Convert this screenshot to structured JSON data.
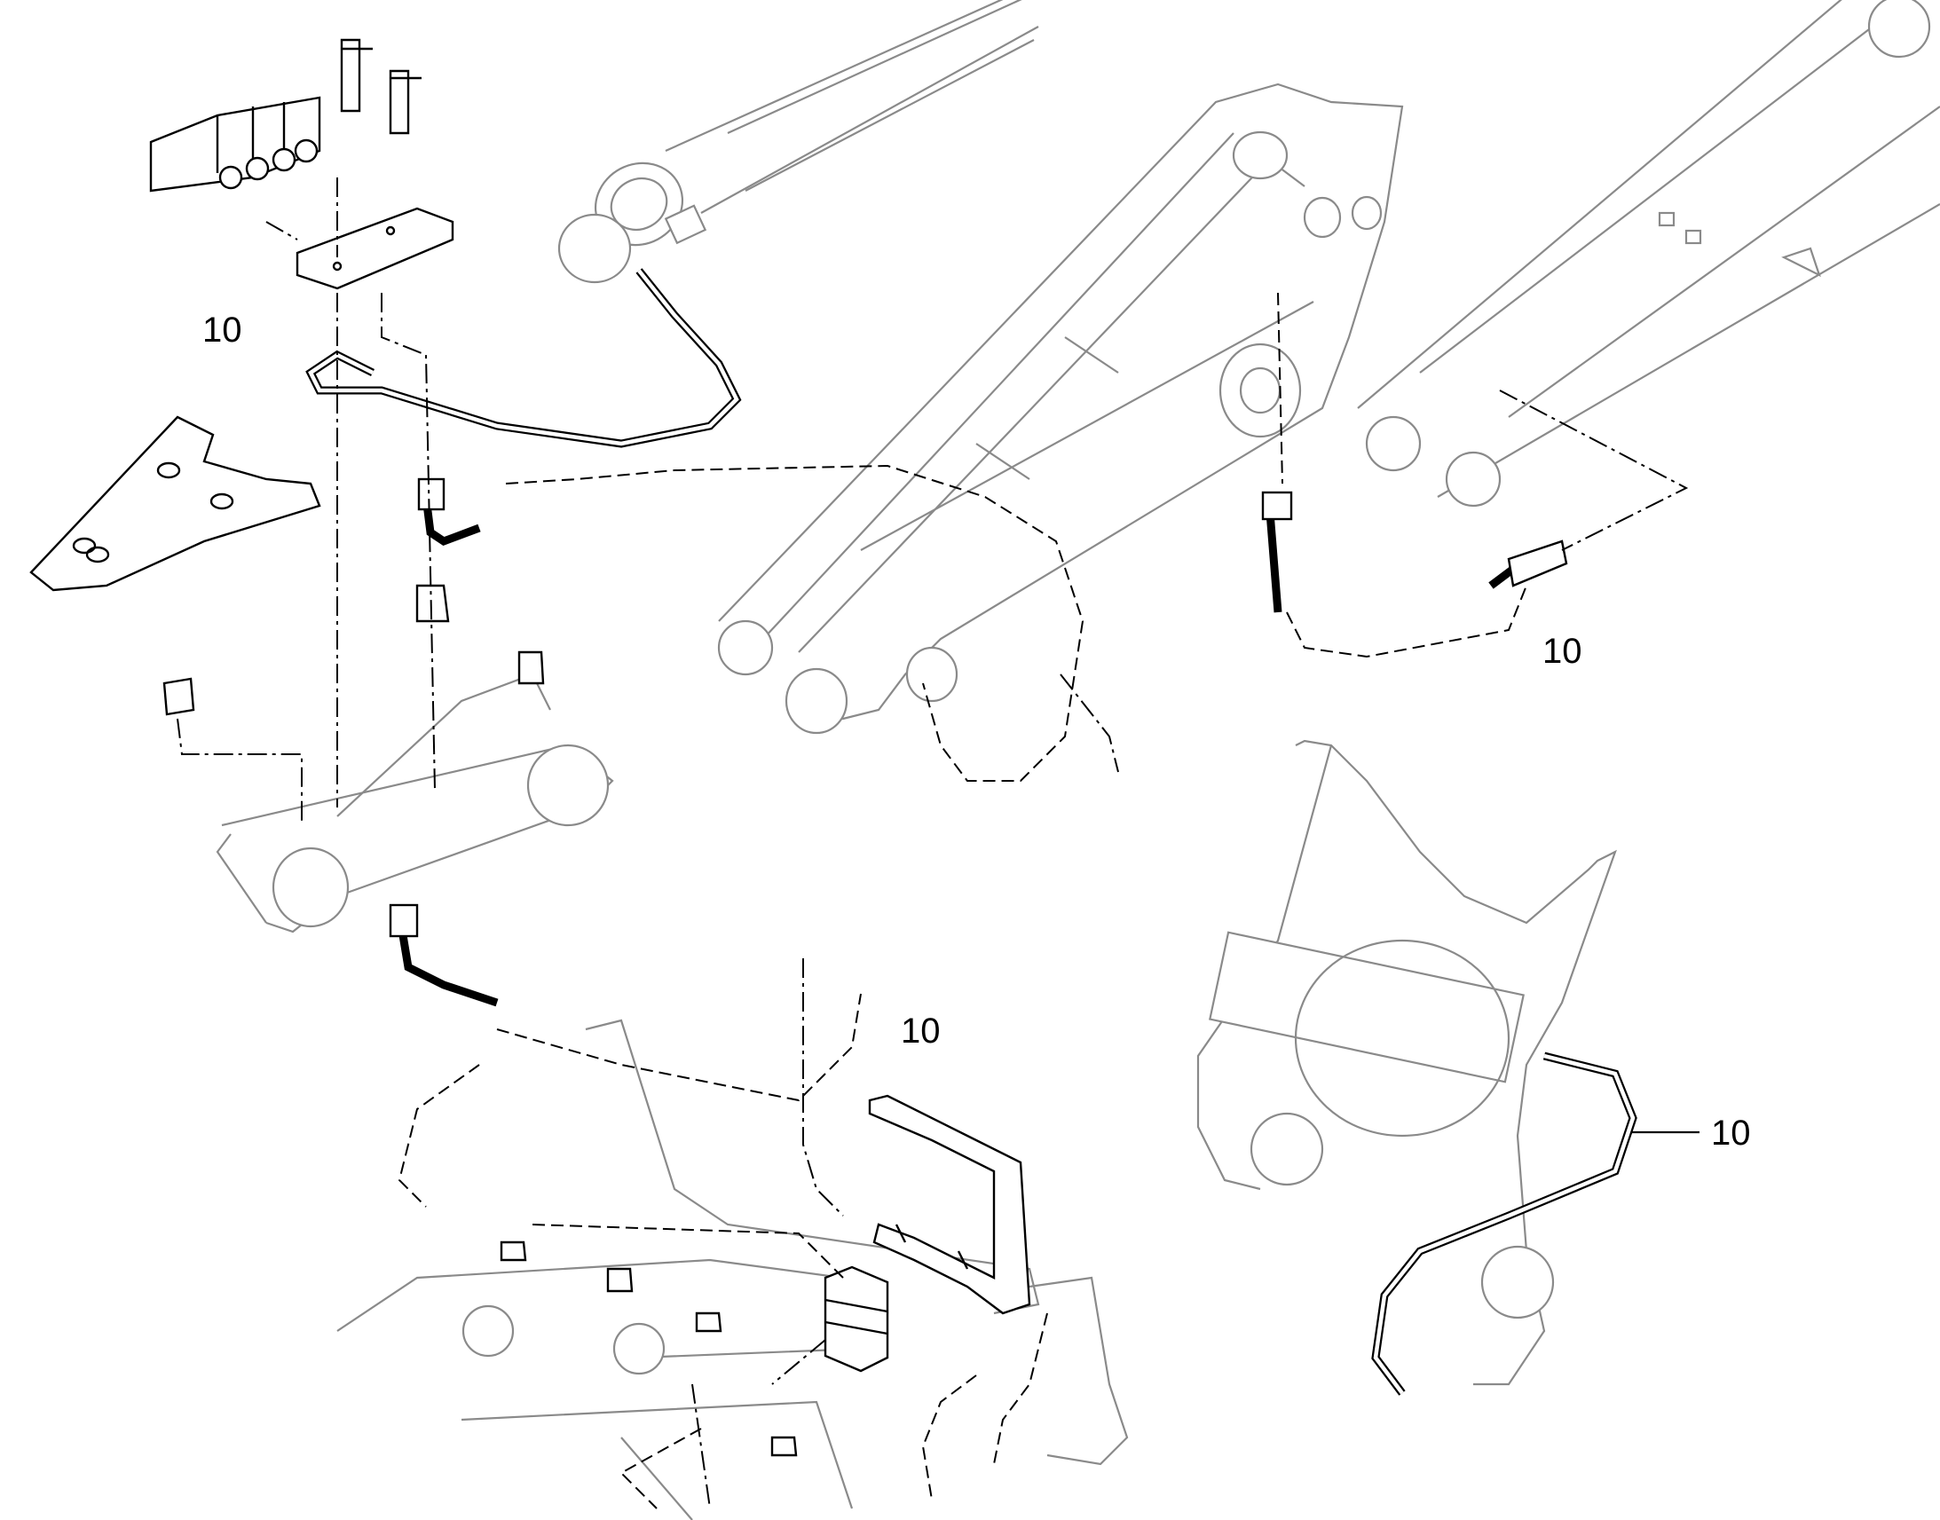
{
  "callouts": [
    {
      "label": "10"
    },
    {
      "label": "10"
    },
    {
      "label": "10"
    },
    {
      "label": "10"
    }
  ],
  "colors": {
    "line": "#000000",
    "phantom": "#8a8a8a",
    "background": "#ffffff"
  }
}
